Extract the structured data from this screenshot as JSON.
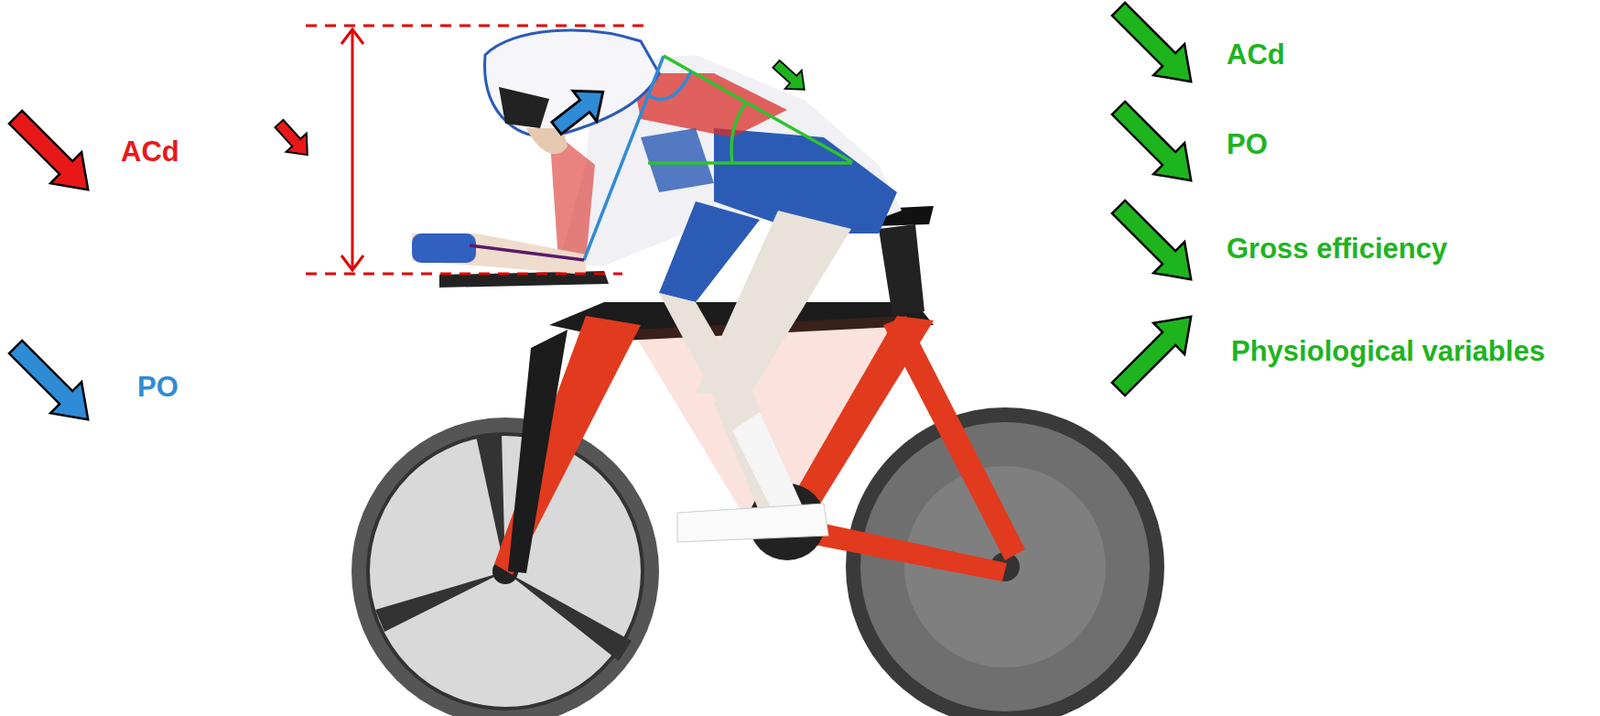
{
  "diagram": {
    "labels": [
      "ACd",
      "PO",
      "ACd",
      "PO",
      "Gross efficiency",
      "Physiological variables"
    ]
  }
}
